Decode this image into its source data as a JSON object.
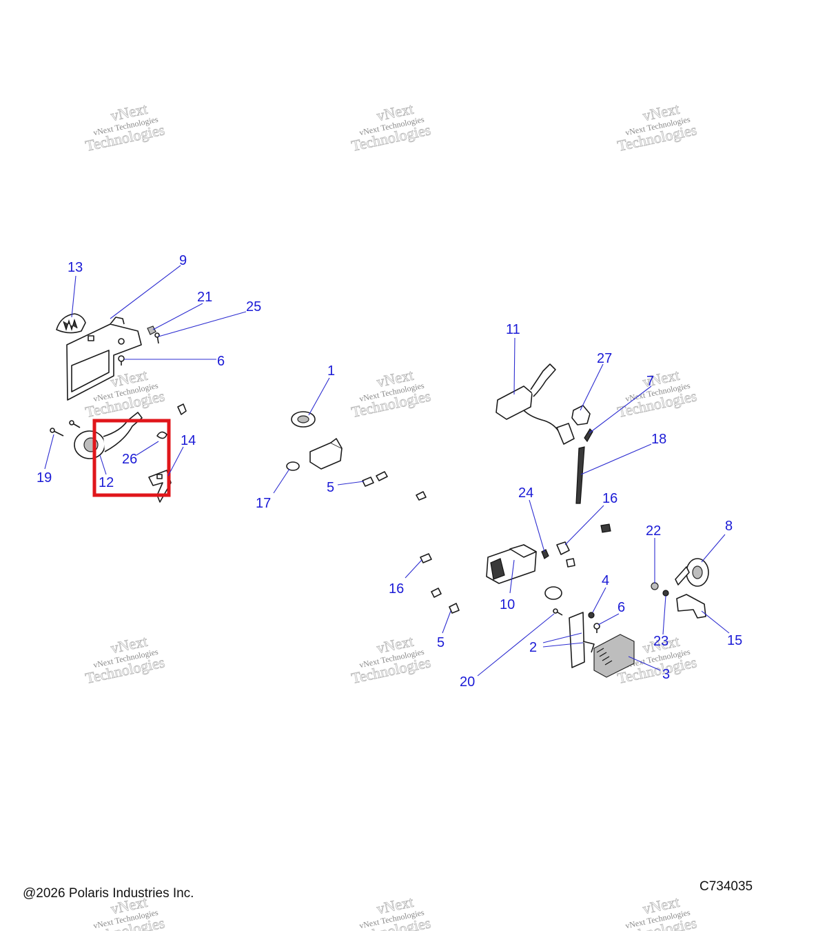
{
  "watermark": {
    "line1": "vNext",
    "line2": "vNext Technologies",
    "line3": "Technologies"
  },
  "callouts": {
    "c1": "1",
    "c2": "2",
    "c3": "3",
    "c4": "4",
    "c5a": "5",
    "c5b": "5",
    "c6a": "6",
    "c6b": "6",
    "c7": "7",
    "c8": "8",
    "c9": "9",
    "c10": "10",
    "c11": "11",
    "c12": "12",
    "c13": "13",
    "c14": "14",
    "c15": "15",
    "c16a": "16",
    "c16b": "16",
    "c17": "17",
    "c18": "18",
    "c19": "19",
    "c20": "20",
    "c21": "21",
    "c22": "22",
    "c23": "23",
    "c24": "24",
    "c25": "25",
    "c26": "26",
    "c27": "27"
  },
  "highlight_color": "#e0161b",
  "callout_color": "#1a1ad6",
  "footer": {
    "copyright": "@2026 Polaris Industries Inc.",
    "diagram_code": "C734035"
  }
}
